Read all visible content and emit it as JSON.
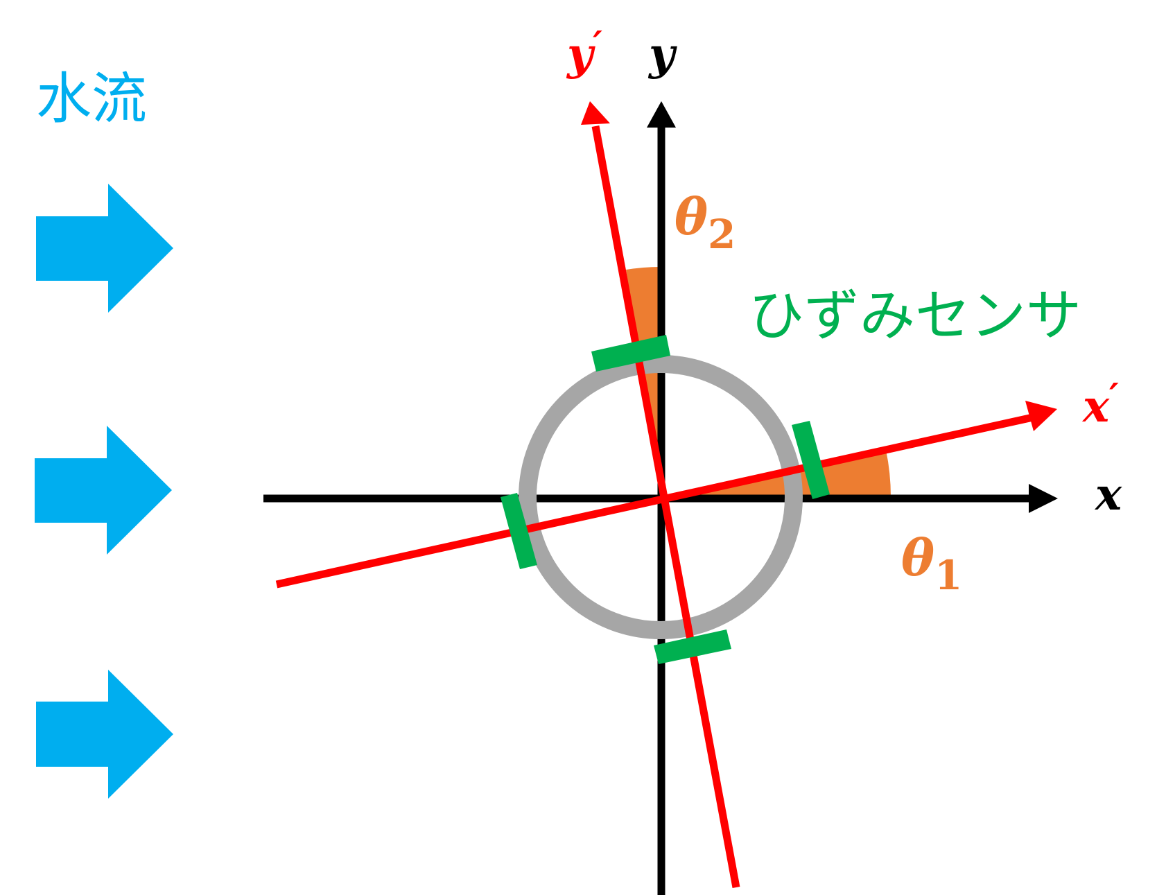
{
  "water_flow": {
    "label": "水流",
    "color": "#00AEEF",
    "arrow_count": 3
  },
  "axes": {
    "x_label": "x",
    "y_label": "y",
    "color": "#000000"
  },
  "rotated_axes": {
    "x_label": "x",
    "y_label": "y",
    "prime": "′",
    "color": "#FF0000"
  },
  "angles": {
    "theta1": {
      "symbol": "θ",
      "subscript": "1"
    },
    "theta2": {
      "symbol": "θ",
      "subscript": "2"
    },
    "color": "#ED7D31"
  },
  "sensor": {
    "label": "ひずみセンサ",
    "color": "#00B050",
    "count": 4
  },
  "ring": {
    "color": "#A6A6A6"
  }
}
